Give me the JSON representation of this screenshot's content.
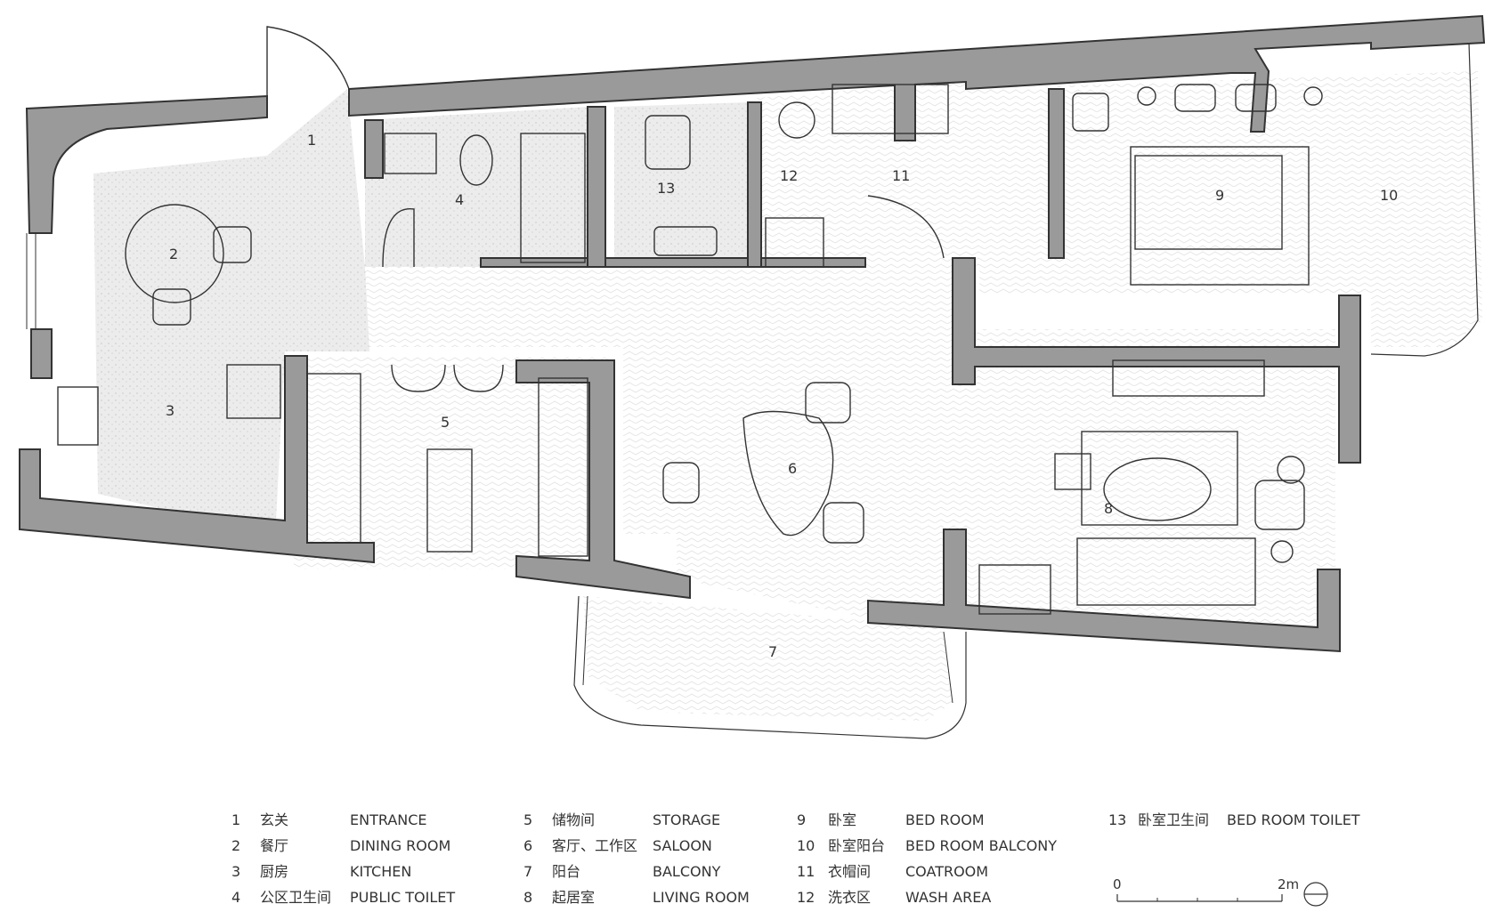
{
  "room_numbers": [
    "1",
    "2",
    "3",
    "4",
    "5",
    "6",
    "7",
    "8",
    "9",
    "10",
    "11",
    "12",
    "13"
  ],
  "legend": [
    {
      "num": "1",
      "cn": "玄关",
      "en": "ENTRANCE"
    },
    {
      "num": "2",
      "cn": "餐厅",
      "en": "DINING ROOM"
    },
    {
      "num": "3",
      "cn": "厨房",
      "en": "KITCHEN"
    },
    {
      "num": "4",
      "cn": "公区卫生间",
      "en": "PUBLIC TOILET"
    },
    {
      "num": "5",
      "cn": "储物间",
      "en": "STORAGE"
    },
    {
      "num": "6",
      "cn": "客厅、工作区",
      "en": "SALOON"
    },
    {
      "num": "7",
      "cn": "阳台",
      "en": "BALCONY"
    },
    {
      "num": "8",
      "cn": "起居室",
      "en": "LIVING ROOM"
    },
    {
      "num": "9",
      "cn": "卧室",
      "en": "BED ROOM"
    },
    {
      "num": "10",
      "cn": "卧室阳台",
      "en": "BED ROOM BALCONY"
    },
    {
      "num": "11",
      "cn": "衣帽间",
      "en": "COATROOM"
    },
    {
      "num": "12",
      "cn": "洗衣区",
      "en": "WASH AREA"
    },
    {
      "num": "13",
      "cn": "卧室卫生间",
      "en": "BED ROOM TOILET"
    }
  ],
  "scale": {
    "start": "0",
    "end": "2m"
  },
  "colors": {
    "wall": "#9a9a9a",
    "line": "#333333",
    "hatch": "#d9d9d9",
    "floor": "#f4f4f4"
  }
}
